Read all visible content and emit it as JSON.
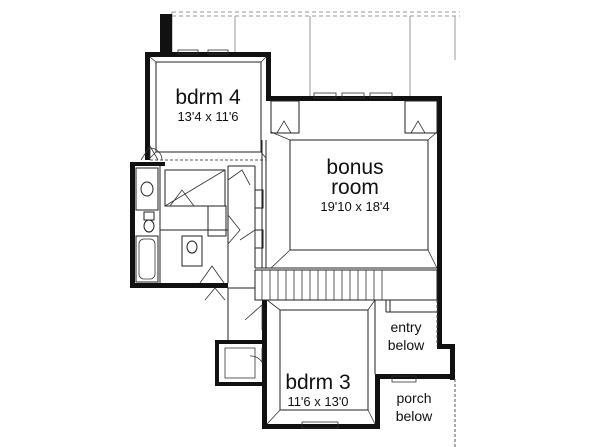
{
  "rooms": {
    "bdrm4": {
      "name": "bdrm 4",
      "size": "13'4 x 11'6"
    },
    "bonus": {
      "name_line1": "bonus",
      "name_line2": "room",
      "size": "19'10 x 18'4"
    },
    "bdrm3": {
      "name": "bdrm 3",
      "size": "11'6 x 13'0"
    },
    "entry": {
      "line1": "entry",
      "line2": "below"
    },
    "porch": {
      "line1": "porch",
      "line2": "below"
    }
  }
}
